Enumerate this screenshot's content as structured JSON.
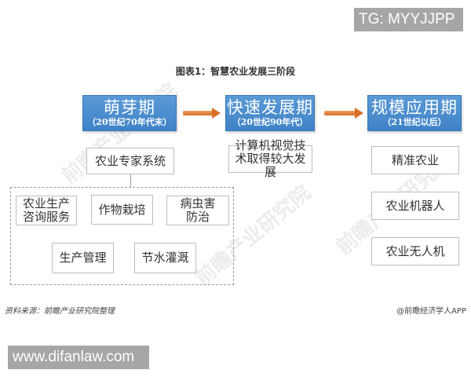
{
  "overlay": {
    "top_badge": "TG: MYYJJPP",
    "bottom_badge": "www.difanlaw.com"
  },
  "diagram": {
    "title": "图表1：智慧农业发展三阶段",
    "stages": [
      {
        "name": "萌芽期",
        "period": "（20世纪70年代末）",
        "items": [
          "农业专家系统"
        ],
        "sub_items": [
          "农业生产咨询服务",
          "作物栽培",
          "病虫害防治",
          "生产管理",
          "节水灌溉"
        ],
        "sub_items_display": [
          "农业生产\n咨询服务",
          "作物栽培",
          "病虫害\n防治",
          "生产管理",
          "节水灌溉"
        ]
      },
      {
        "name": "快速发展期",
        "period": "（20世纪90年代）",
        "items": [
          "计算机视觉技术取得较大发展"
        ]
      },
      {
        "name": "规模应用期",
        "period": "（21世纪以后）",
        "items": [
          "精准农业",
          "农业机器人",
          "农业无人机"
        ]
      }
    ],
    "arrow_color": "#e07a33",
    "stage_color": "#4a8acb",
    "watermark": "前瞻产业研究院"
  },
  "footer": {
    "source": "资料来源：前瞻产业研究院整理",
    "credit": "@前瞻经济学人APP"
  }
}
